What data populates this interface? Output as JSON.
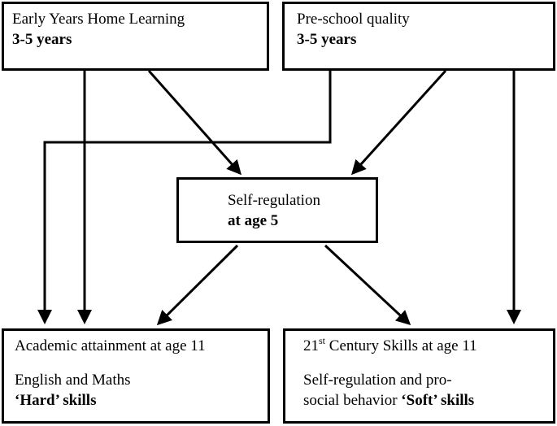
{
  "boxes": {
    "home": {
      "line1": "Early Years Home Learning",
      "line2": "3-5 years"
    },
    "preschool": {
      "line1": "Pre-school quality",
      "line2": "3-5 years"
    },
    "selfreg": {
      "line1": "Self-regulation",
      "line2": "at age 5"
    },
    "academic": {
      "line1": "Academic attainment at age 11",
      "line2": "English and Maths",
      "line3": "‘Hard’ skills"
    },
    "century": {
      "num": "21",
      "sup": "st",
      "line1_rest": " Century Skills at age 11",
      "line2": "Self-regulation and pro-",
      "line3_a": "social behavior ",
      "line3_b": "‘Soft’ skills"
    }
  },
  "colors": {
    "line": "#000000",
    "background": "#ffffff"
  }
}
